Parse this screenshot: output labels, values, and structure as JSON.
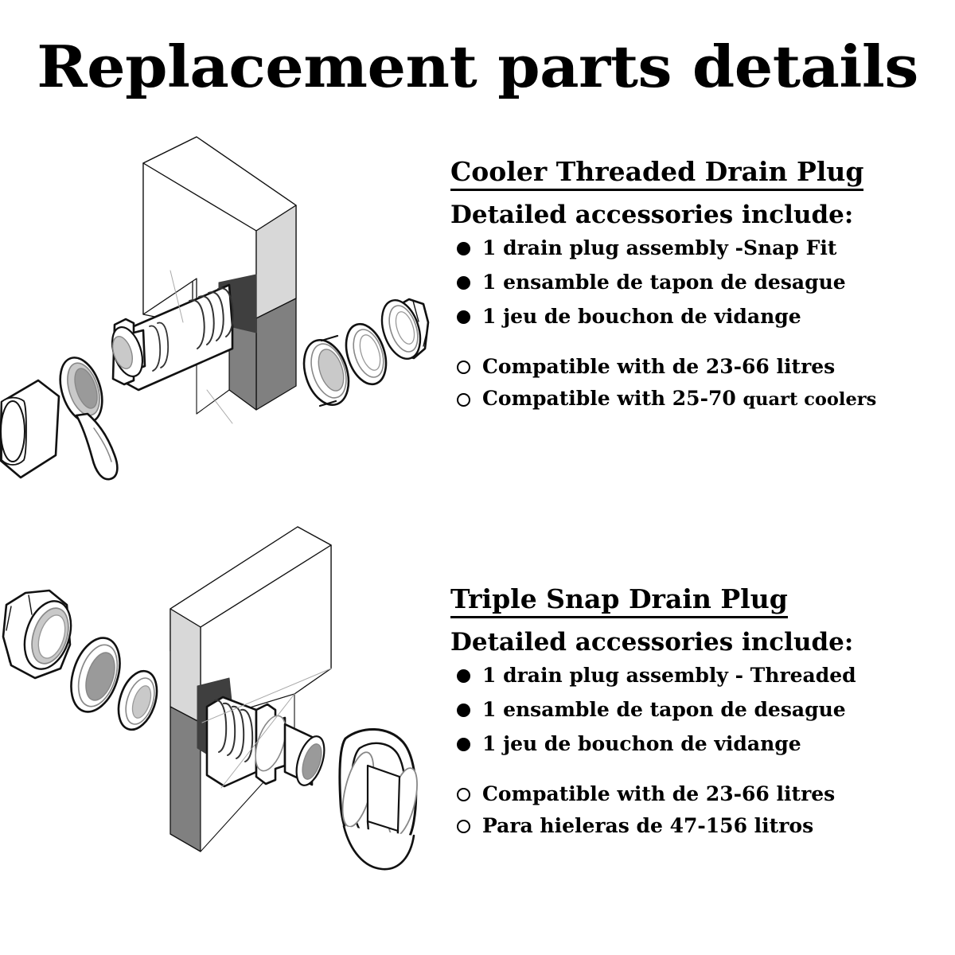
{
  "title": "Replacement parts details",
  "colors": {
    "background": "#ffffff",
    "text": "#000000",
    "outline": "#111111",
    "wall_face": "#ffffff",
    "wall_edge": "#d8d8d8",
    "wall_side": "#808080",
    "notch_dark": "#3f3f3f",
    "part_fill": "#ffffff",
    "part_shade": "#c9c9c9",
    "part_shade_dark": "#9a9a9a"
  },
  "sections": [
    {
      "id": "cooler-threaded-drain-plug",
      "heading": "Cooler Threaded Drain Plug",
      "subheading": "Detailed accessories include:",
      "included": [
        "1 drain plug assembly -Snap Fit",
        "1 ensamble de tapon de desague",
        "1 jeu de bouchon de vidange"
      ],
      "compatibility": [
        {
          "text": "Compatible with de 23-66 litres",
          "tail": ""
        },
        {
          "text": "Compatible with 25-70 ",
          "tail": "quart coolers"
        }
      ],
      "illustration": {
        "name": "exploded-threaded-drain-plug-diagram",
        "parts": [
          "cooler-wall-panel",
          "threaded-barrel-body",
          "body-flange",
          "gasket-ring",
          "washer-ring",
          "hex-nut",
          "end-cap",
          "tethered-gasket-strap"
        ]
      }
    },
    {
      "id": "triple-snap-drain-plug",
      "heading": "Triple Snap Drain Plug",
      "subheading": "Detailed accessories include:",
      "included": [
        "1 drain plug assembly - Threaded",
        "1 ensamble de tapon de desague",
        "1 jeu de bouchon de vidange"
      ],
      "compatibility": [
        {
          "text": "Compatible with de 23-66 litres",
          "tail": ""
        },
        {
          "text": "Para hieleras de 47-156 litros",
          "tail": ""
        }
      ],
      "illustration": {
        "name": "exploded-snap-drain-plug-diagram",
        "parts": [
          "hex-nut",
          "gasket-ring",
          "washer-ring",
          "cooler-wall-panel",
          "snap-barrel-body",
          "body-flange",
          "d-ring-pull-handle"
        ]
      }
    }
  ]
}
